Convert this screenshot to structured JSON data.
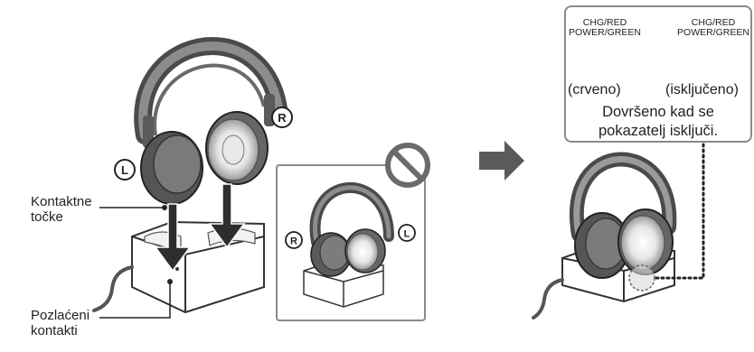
{
  "labels": {
    "contact_points": [
      "Kontaktne",
      "točke"
    ],
    "gold_contacts": [
      "Pozlaćeni",
      "kontakti"
    ],
    "right_marker": "R",
    "left_marker": "L"
  },
  "indicator": {
    "before_caption": [
      "CHG/RED",
      "POWER/GREEN"
    ],
    "after_caption": [
      "CHG/RED",
      "POWER/GREEN"
    ],
    "before_state": "(crveno)",
    "after_state": "(isključeno)",
    "message": [
      "Dovršeno kad se",
      "pokazatelj isključi."
    ]
  },
  "colors": {
    "headphone_dark": "#4a4a4a",
    "headphone_mid": "#6e6e6e",
    "headphone_light": "#c8c8c8",
    "cradle_fill": "#ffffff",
    "panel_border": "#8a8a8a",
    "arrow": "#5a5a5a",
    "forbid": "#6b6b6b"
  },
  "icons": [
    "down-arrow-icon",
    "prohibited-icon",
    "right-arrow-icon",
    "led-blinking-icon",
    "led-off-icon"
  ]
}
